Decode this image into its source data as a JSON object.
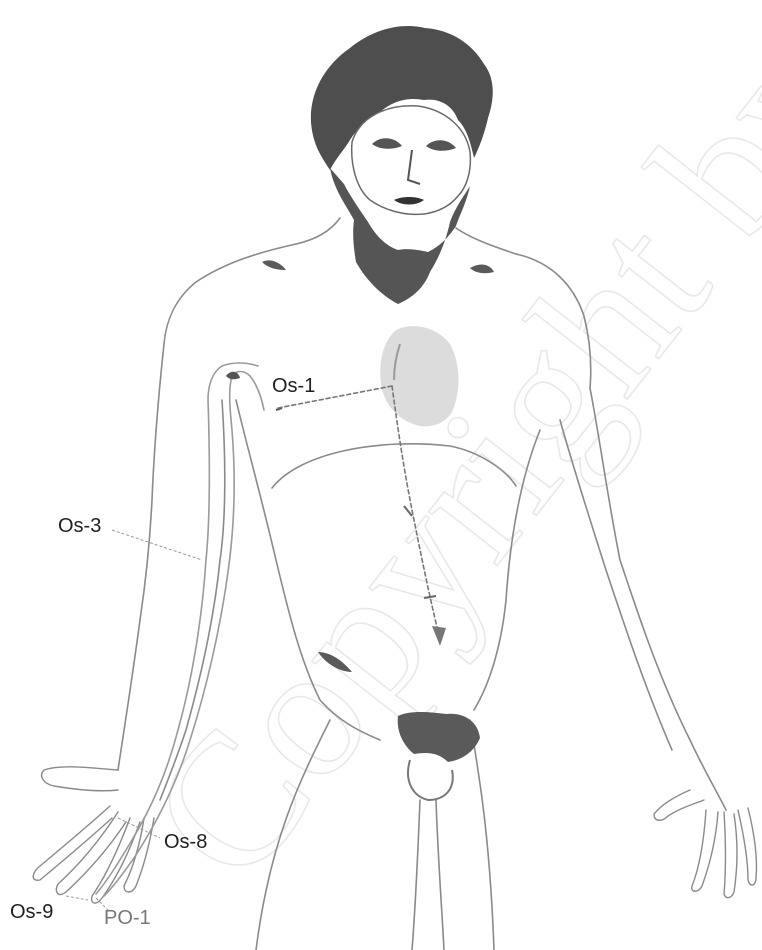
{
  "diagram": {
    "labels": {
      "os1": "Os-1",
      "os3": "Os-3",
      "os8": "Os-8",
      "os9": "Os-9",
      "po1": "PO-1"
    },
    "watermark": "Copyright by Shen P",
    "colors": {
      "line": "#8a8a8a",
      "dark": "#5a5a5a",
      "hair": "#4e4e4e",
      "organ": "#dcdcdc",
      "meridian": "#9a9a9a",
      "label": "#1f1f1f",
      "label_grey": "#777777"
    }
  }
}
